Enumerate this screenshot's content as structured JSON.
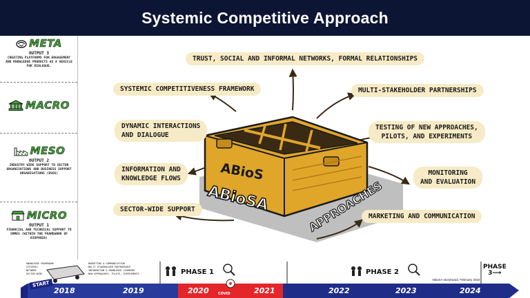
{
  "title": "Systemic Competitive Approach",
  "sidebar": {
    "levels": [
      {
        "name": "META",
        "output_label": "OUTPUT 3",
        "output_text": "CREATING PLATFORMS FOR ENGAGEMENT AND KNOWLEDGE PRODUCTS AS A VEHICLE FOR DIALOGUE."
      },
      {
        "name": "MACRO",
        "output_label": "",
        "output_text": ""
      },
      {
        "name": "MESO",
        "output_label": "OUTPUT 2",
        "output_text": "INDUSTRY WIDE SUPPORT TO SECTOR ORGANISATIONS AND BUSINESS SUPPORT ORGANISATIONS (BSOS)"
      },
      {
        "name": "MICRO",
        "output_label": "OUTPUT 1",
        "output_text": "FINANCIAL AND TECHNICAL SUPPORT TO SMMES (WITHIN THE FRAMEWORK OF BIOPANZA)"
      }
    ]
  },
  "diagram": {
    "center_brand": "ABioS",
    "center_brand_2": "ABioSA",
    "center_subtitle": "APPROACHES",
    "labels": {
      "trust": "TRUST, SOCIAL AND INFORMAL NETWORKS, FORMAL RELATIONSHIPS",
      "framework": "SYSTEMIC COMPETITIVENESS FRAMEWORK",
      "multi": "MULTI-STAKEHOLDER PARTNERSHIPS",
      "dynamic_1": "DYNAMIC INTERACTIONS",
      "dynamic_2": "AND DIALOGUE",
      "testing_1": "TESTING OF NEW APPROACHES,",
      "testing_2": "PILOTS, AND EXPERIMENTS",
      "info_1": "INFORMATION AND",
      "info_2": "KNOWLEDGE FLOWS",
      "monitoring_1": "MONITORING",
      "monitoring_2": "AND EVALUATION",
      "sector": "SECTOR-WIDE SUPPORT",
      "marketing": "MARKETING AND COMMUNICATION"
    }
  },
  "timeline": {
    "start": "START",
    "phase1": "PHASE 1",
    "phase2": "PHASE 2",
    "phase3_a": "PHASE",
    "phase3_b": "3",
    "covid": "COVID",
    "storyboard": "ABioSA storyboard, February 2024",
    "years": [
      "2018",
      "2019",
      "2020",
      "2021",
      "2022",
      "2023",
      "2024"
    ],
    "mini_left": [
      "KNOWLEDGE FRAMEWORK",
      "SYSTEMIC",
      "NETWORK",
      "SECTOR-WIDE"
    ],
    "mini_right": [
      "MARKETING & COMMUNICATION",
      "MULTI STAKEHOLDER PARTNERSHIP",
      "INFORMATION & KNOWLEDGE LEARNING",
      "NEW APPROACHES, PILOTS, EXPERIMENTS"
    ]
  },
  "colors": {
    "title_bg": "#0c1533",
    "level_green": "#3fa535",
    "label_bg": "#f6ebc6",
    "box_gold": "#e0a62a",
    "timeline_blue": "#283a9c",
    "timeline_red": "#e3262a"
  }
}
